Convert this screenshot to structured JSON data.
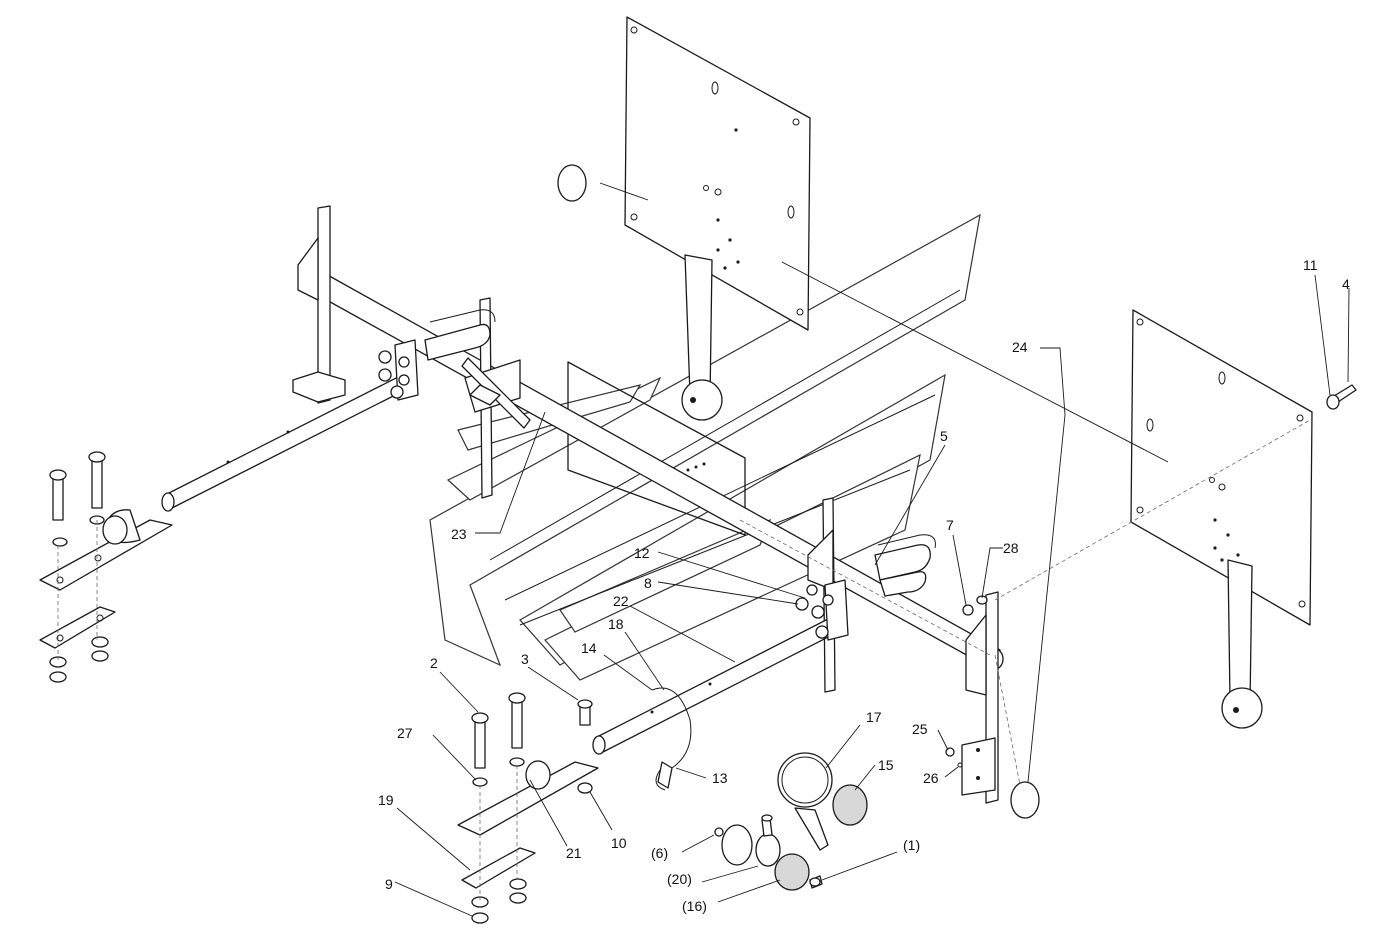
{
  "diagram": {
    "callouts": [
      {
        "id": "c1",
        "text": "(1)"
      },
      {
        "id": "c2",
        "text": "2"
      },
      {
        "id": "c3",
        "text": "3"
      },
      {
        "id": "c4",
        "text": "4"
      },
      {
        "id": "c5",
        "text": "5"
      },
      {
        "id": "c6",
        "text": "(6)"
      },
      {
        "id": "c7",
        "text": "7"
      },
      {
        "id": "c8",
        "text": "8"
      },
      {
        "id": "c9",
        "text": "9"
      },
      {
        "id": "c10",
        "text": "10"
      },
      {
        "id": "c11",
        "text": "11"
      },
      {
        "id": "c12",
        "text": "12"
      },
      {
        "id": "c13",
        "text": "13"
      },
      {
        "id": "c14",
        "text": "14"
      },
      {
        "id": "c15",
        "text": "15"
      },
      {
        "id": "c16",
        "text": "(16)"
      },
      {
        "id": "c17",
        "text": "17"
      },
      {
        "id": "c18",
        "text": "18"
      },
      {
        "id": "c19",
        "text": "19"
      },
      {
        "id": "c20",
        "text": "(20)"
      },
      {
        "id": "c21",
        "text": "21"
      },
      {
        "id": "c22",
        "text": "22"
      },
      {
        "id": "c23",
        "text": "23"
      },
      {
        "id": "c24",
        "text": "24"
      },
      {
        "id": "c25",
        "text": "25"
      },
      {
        "id": "c26",
        "text": "26"
      },
      {
        "id": "c27",
        "text": "27"
      },
      {
        "id": "c28",
        "text": "28"
      }
    ]
  }
}
